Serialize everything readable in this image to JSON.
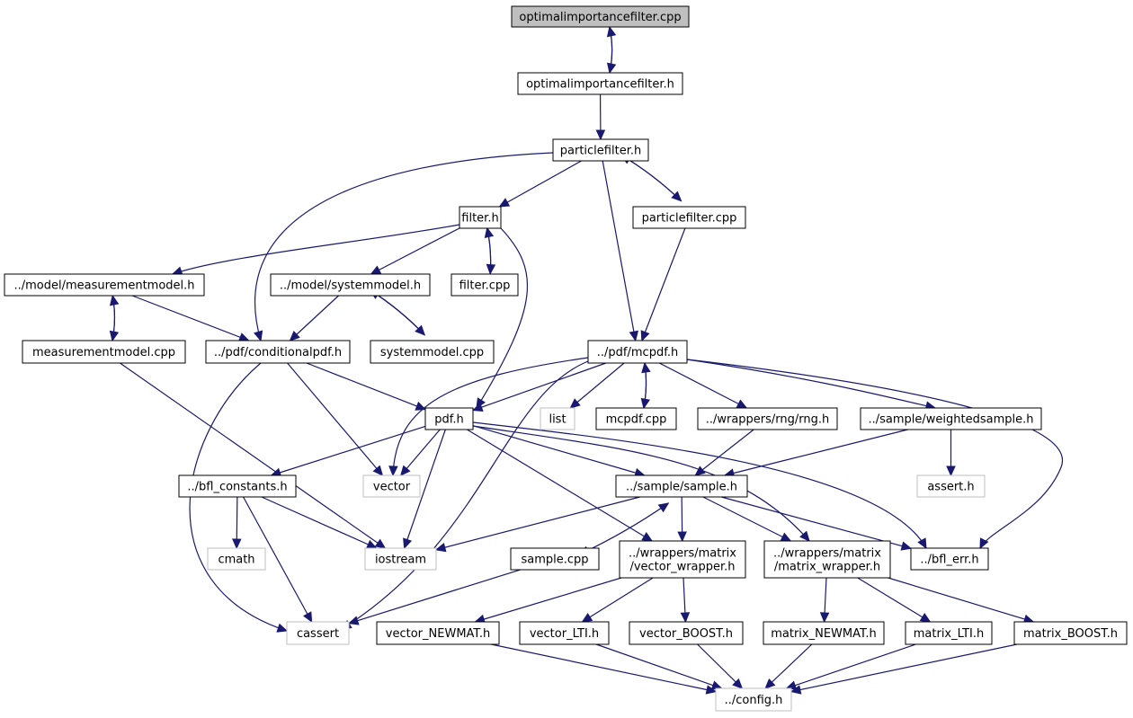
{
  "colors": {
    "edge": "#191970",
    "node_border": "#000000",
    "node_border_external": "#bfbfbf",
    "node_fill": "#ffffff",
    "root_fill": "#bfbfbf"
  },
  "nodes": [
    {
      "id": "optimalimportancefilter_cpp",
      "label": "optimalimportancefilter.cpp",
      "style": "root"
    },
    {
      "id": "optimalimportancefilter_h",
      "label": "optimalimportancefilter.h",
      "style": "normal"
    },
    {
      "id": "particlefilter_h",
      "label": "particlefilter.h",
      "style": "normal"
    },
    {
      "id": "filter_h",
      "label": "filter.h",
      "style": "normal"
    },
    {
      "id": "particlefilter_cpp",
      "label": "particlefilter.cpp",
      "style": "normal"
    },
    {
      "id": "measurementmodel_h",
      "label": "../model/measurementmodel.h",
      "style": "normal"
    },
    {
      "id": "systemmodel_h",
      "label": "../model/systemmodel.h",
      "style": "normal"
    },
    {
      "id": "filter_cpp",
      "label": "filter.cpp",
      "style": "normal"
    },
    {
      "id": "measurementmodel_cpp",
      "label": "measurementmodel.cpp",
      "style": "normal"
    },
    {
      "id": "conditionalpdf_h",
      "label": "../pdf/conditionalpdf.h",
      "style": "normal"
    },
    {
      "id": "systemmodel_cpp",
      "label": "systemmodel.cpp",
      "style": "normal"
    },
    {
      "id": "mcpdf_h",
      "label": "../pdf/mcpdf.h",
      "style": "normal"
    },
    {
      "id": "pdf_h",
      "label": "pdf.h",
      "style": "normal"
    },
    {
      "id": "list",
      "label": "list",
      "style": "external"
    },
    {
      "id": "mcpdf_cpp",
      "label": "mcpdf.cpp",
      "style": "normal"
    },
    {
      "id": "rng_h",
      "label": "../wrappers/rng/rng.h",
      "style": "normal"
    },
    {
      "id": "weightedsample_h",
      "label": "../sample/weightedsample.h",
      "style": "normal"
    },
    {
      "id": "bfl_constants_h",
      "label": "../bfl_constants.h",
      "style": "normal"
    },
    {
      "id": "vector",
      "label": "vector",
      "style": "external"
    },
    {
      "id": "sample_h",
      "label": "../sample/sample.h",
      "style": "normal"
    },
    {
      "id": "assert_h",
      "label": "assert.h",
      "style": "external"
    },
    {
      "id": "cmath",
      "label": "cmath",
      "style": "external"
    },
    {
      "id": "iostream",
      "label": "iostream",
      "style": "external"
    },
    {
      "id": "sample_cpp",
      "label": "sample.cpp",
      "style": "normal"
    },
    {
      "id": "vector_wrapper_h",
      "label": "../wrappers/matrix\n/vector_wrapper.h",
      "style": "normal"
    },
    {
      "id": "matrix_wrapper_h",
      "label": "../wrappers/matrix\n/matrix_wrapper.h",
      "style": "normal"
    },
    {
      "id": "bfl_err_h",
      "label": "../bfl_err.h",
      "style": "normal"
    },
    {
      "id": "cassert",
      "label": "cassert",
      "style": "external"
    },
    {
      "id": "vector_newmat_h",
      "label": "vector_NEWMAT.h",
      "style": "normal"
    },
    {
      "id": "vector_lti_h",
      "label": "vector_LTI.h",
      "style": "normal"
    },
    {
      "id": "vector_boost_h",
      "label": "vector_BOOST.h",
      "style": "normal"
    },
    {
      "id": "matrix_newmat_h",
      "label": "matrix_NEWMAT.h",
      "style": "normal"
    },
    {
      "id": "matrix_lti_h",
      "label": "matrix_LTI.h",
      "style": "normal"
    },
    {
      "id": "matrix_boost_h",
      "label": "matrix_BOOST.h",
      "style": "normal"
    },
    {
      "id": "config_h",
      "label": "../config.h",
      "style": "external"
    }
  ],
  "edges": [
    {
      "from": "optimalimportancefilter_cpp",
      "to": "optimalimportancefilter_h"
    },
    {
      "from": "optimalimportancefilter_h",
      "to": "optimalimportancefilter_cpp"
    },
    {
      "from": "optimalimportancefilter_h",
      "to": "particlefilter_h"
    },
    {
      "from": "particlefilter_h",
      "to": "filter_h"
    },
    {
      "from": "particlefilter_h",
      "to": "particlefilter_cpp"
    },
    {
      "from": "particlefilter_cpp",
      "to": "particlefilter_h"
    },
    {
      "from": "particlefilter_h",
      "to": "conditionalpdf_h"
    },
    {
      "from": "particlefilter_h",
      "to": "mcpdf_h"
    },
    {
      "from": "particlefilter_cpp",
      "to": "mcpdf_h"
    },
    {
      "from": "filter_h",
      "to": "measurementmodel_h"
    },
    {
      "from": "filter_h",
      "to": "systemmodel_h"
    },
    {
      "from": "filter_h",
      "to": "filter_cpp"
    },
    {
      "from": "filter_cpp",
      "to": "filter_h"
    },
    {
      "from": "filter_h",
      "to": "pdf_h"
    },
    {
      "from": "measurementmodel_h",
      "to": "measurementmodel_cpp"
    },
    {
      "from": "measurementmodel_cpp",
      "to": "measurementmodel_h"
    },
    {
      "from": "measurementmodel_h",
      "to": "conditionalpdf_h"
    },
    {
      "from": "measurementmodel_cpp",
      "to": "iostream"
    },
    {
      "from": "systemmodel_h",
      "to": "conditionalpdf_h"
    },
    {
      "from": "systemmodel_h",
      "to": "systemmodel_cpp"
    },
    {
      "from": "systemmodel_cpp",
      "to": "systemmodel_h"
    },
    {
      "from": "conditionalpdf_h",
      "to": "pdf_h"
    },
    {
      "from": "conditionalpdf_h",
      "to": "vector"
    },
    {
      "from": "conditionalpdf_h",
      "to": "cassert"
    },
    {
      "from": "mcpdf_h",
      "to": "pdf_h"
    },
    {
      "from": "mcpdf_h",
      "to": "list"
    },
    {
      "from": "mcpdf_h",
      "to": "mcpdf_cpp"
    },
    {
      "from": "mcpdf_cpp",
      "to": "mcpdf_h"
    },
    {
      "from": "mcpdf_h",
      "to": "rng_h"
    },
    {
      "from": "mcpdf_h",
      "to": "weightedsample_h"
    },
    {
      "from": "mcpdf_h",
      "to": "vector"
    },
    {
      "from": "mcpdf_h",
      "to": "cassert"
    },
    {
      "from": "mcpdf_h",
      "to": "bfl_err_h"
    },
    {
      "from": "pdf_h",
      "to": "bfl_constants_h"
    },
    {
      "from": "pdf_h",
      "to": "vector"
    },
    {
      "from": "pdf_h",
      "to": "iostream"
    },
    {
      "from": "pdf_h",
      "to": "sample_h"
    },
    {
      "from": "pdf_h",
      "to": "vector_wrapper_h"
    },
    {
      "from": "pdf_h",
      "to": "matrix_wrapper_h"
    },
    {
      "from": "pdf_h",
      "to": "bfl_err_h"
    },
    {
      "from": "rng_h",
      "to": "sample_h"
    },
    {
      "from": "weightedsample_h",
      "to": "sample_h"
    },
    {
      "from": "weightedsample_h",
      "to": "assert_h"
    },
    {
      "from": "bfl_constants_h",
      "to": "cmath"
    },
    {
      "from": "bfl_constants_h",
      "to": "iostream"
    },
    {
      "from": "bfl_constants_h",
      "to": "cassert"
    },
    {
      "from": "sample_h",
      "to": "iostream"
    },
    {
      "from": "sample_h",
      "to": "sample_cpp"
    },
    {
      "from": "sample_cpp",
      "to": "sample_h"
    },
    {
      "from": "sample_h",
      "to": "vector_wrapper_h"
    },
    {
      "from": "sample_h",
      "to": "matrix_wrapper_h"
    },
    {
      "from": "sample_h",
      "to": "bfl_err_h"
    },
    {
      "from": "sample_cpp",
      "to": "cassert"
    },
    {
      "from": "vector_wrapper_h",
      "to": "vector_newmat_h"
    },
    {
      "from": "vector_wrapper_h",
      "to": "vector_lti_h"
    },
    {
      "from": "vector_wrapper_h",
      "to": "vector_boost_h"
    },
    {
      "from": "matrix_wrapper_h",
      "to": "matrix_newmat_h"
    },
    {
      "from": "matrix_wrapper_h",
      "to": "matrix_lti_h"
    },
    {
      "from": "matrix_wrapper_h",
      "to": "matrix_boost_h"
    },
    {
      "from": "vector_newmat_h",
      "to": "config_h"
    },
    {
      "from": "vector_lti_h",
      "to": "config_h"
    },
    {
      "from": "vector_boost_h",
      "to": "config_h"
    },
    {
      "from": "matrix_newmat_h",
      "to": "config_h"
    },
    {
      "from": "matrix_lti_h",
      "to": "config_h"
    },
    {
      "from": "matrix_boost_h",
      "to": "config_h"
    }
  ]
}
